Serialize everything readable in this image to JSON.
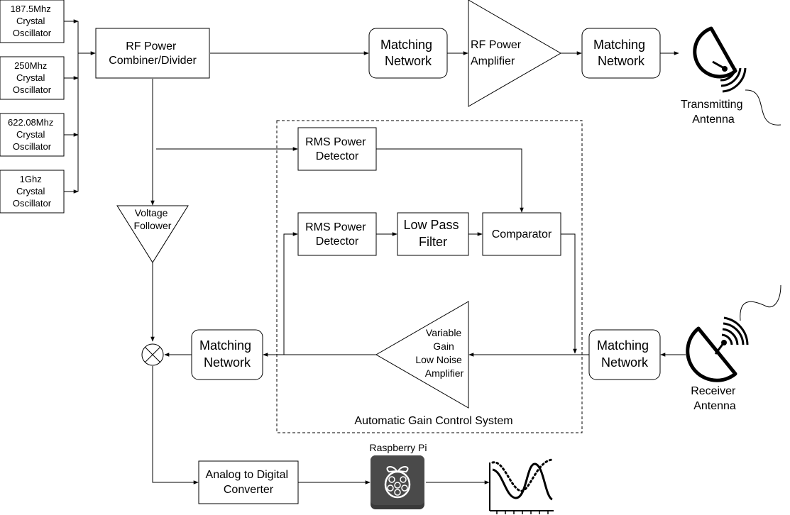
{
  "oscillators": [
    {
      "lines": [
        "187.5Mhz",
        "Crystal",
        "Oscillator"
      ]
    },
    {
      "lines": [
        "250Mhz",
        "Crystal",
        "Oscillator"
      ]
    },
    {
      "lines": [
        "622.08Mhz",
        "Crystal",
        "Oscillator"
      ]
    },
    {
      "lines": [
        "1Ghz",
        "Crystal",
        "Oscillator"
      ]
    }
  ],
  "combiner": {
    "lines": [
      "RF Power",
      "Combiner/Divider"
    ]
  },
  "tx_matching_1": {
    "lines": [
      "Matching",
      "Network"
    ]
  },
  "power_amplifier": {
    "lines": [
      "RF Power",
      "Amplifier"
    ]
  },
  "tx_matching_2": {
    "lines": [
      "Matching",
      "Network"
    ]
  },
  "tx_antenna": {
    "lines": [
      "Transmitting",
      "Antenna"
    ]
  },
  "rms_detector_1": {
    "lines": [
      "RMS Power",
      "Detector"
    ]
  },
  "rms_detector_2": {
    "lines": [
      "RMS Power",
      "Detector"
    ]
  },
  "low_pass_filter": {
    "lines": [
      "Low Pass",
      "Filter"
    ]
  },
  "comparator": {
    "label": "Comparator"
  },
  "voltage_follower": {
    "lines": [
      "Voltage",
      "Follower"
    ]
  },
  "vga": {
    "lines": [
      "Variable",
      "Gain",
      "Low Noise",
      "Amplifier"
    ]
  },
  "rx_matching": {
    "lines": [
      "Matching",
      "Network"
    ]
  },
  "mixer_matching": {
    "lines": [
      "Matching",
      "Network"
    ]
  },
  "rx_antenna": {
    "lines": [
      "Receiver",
      "Antenna"
    ]
  },
  "agc_group": {
    "label": "Automatic Gain Control System"
  },
  "adc": {
    "lines": [
      "Analog to Digital",
      "Converter"
    ]
  },
  "raspberry_pi": {
    "label": "Raspberry Pi"
  },
  "icons": [
    "raspberry-pi-icon",
    "waveform-plot-icon",
    "dish-antenna-icon",
    "mixer-icon"
  ]
}
